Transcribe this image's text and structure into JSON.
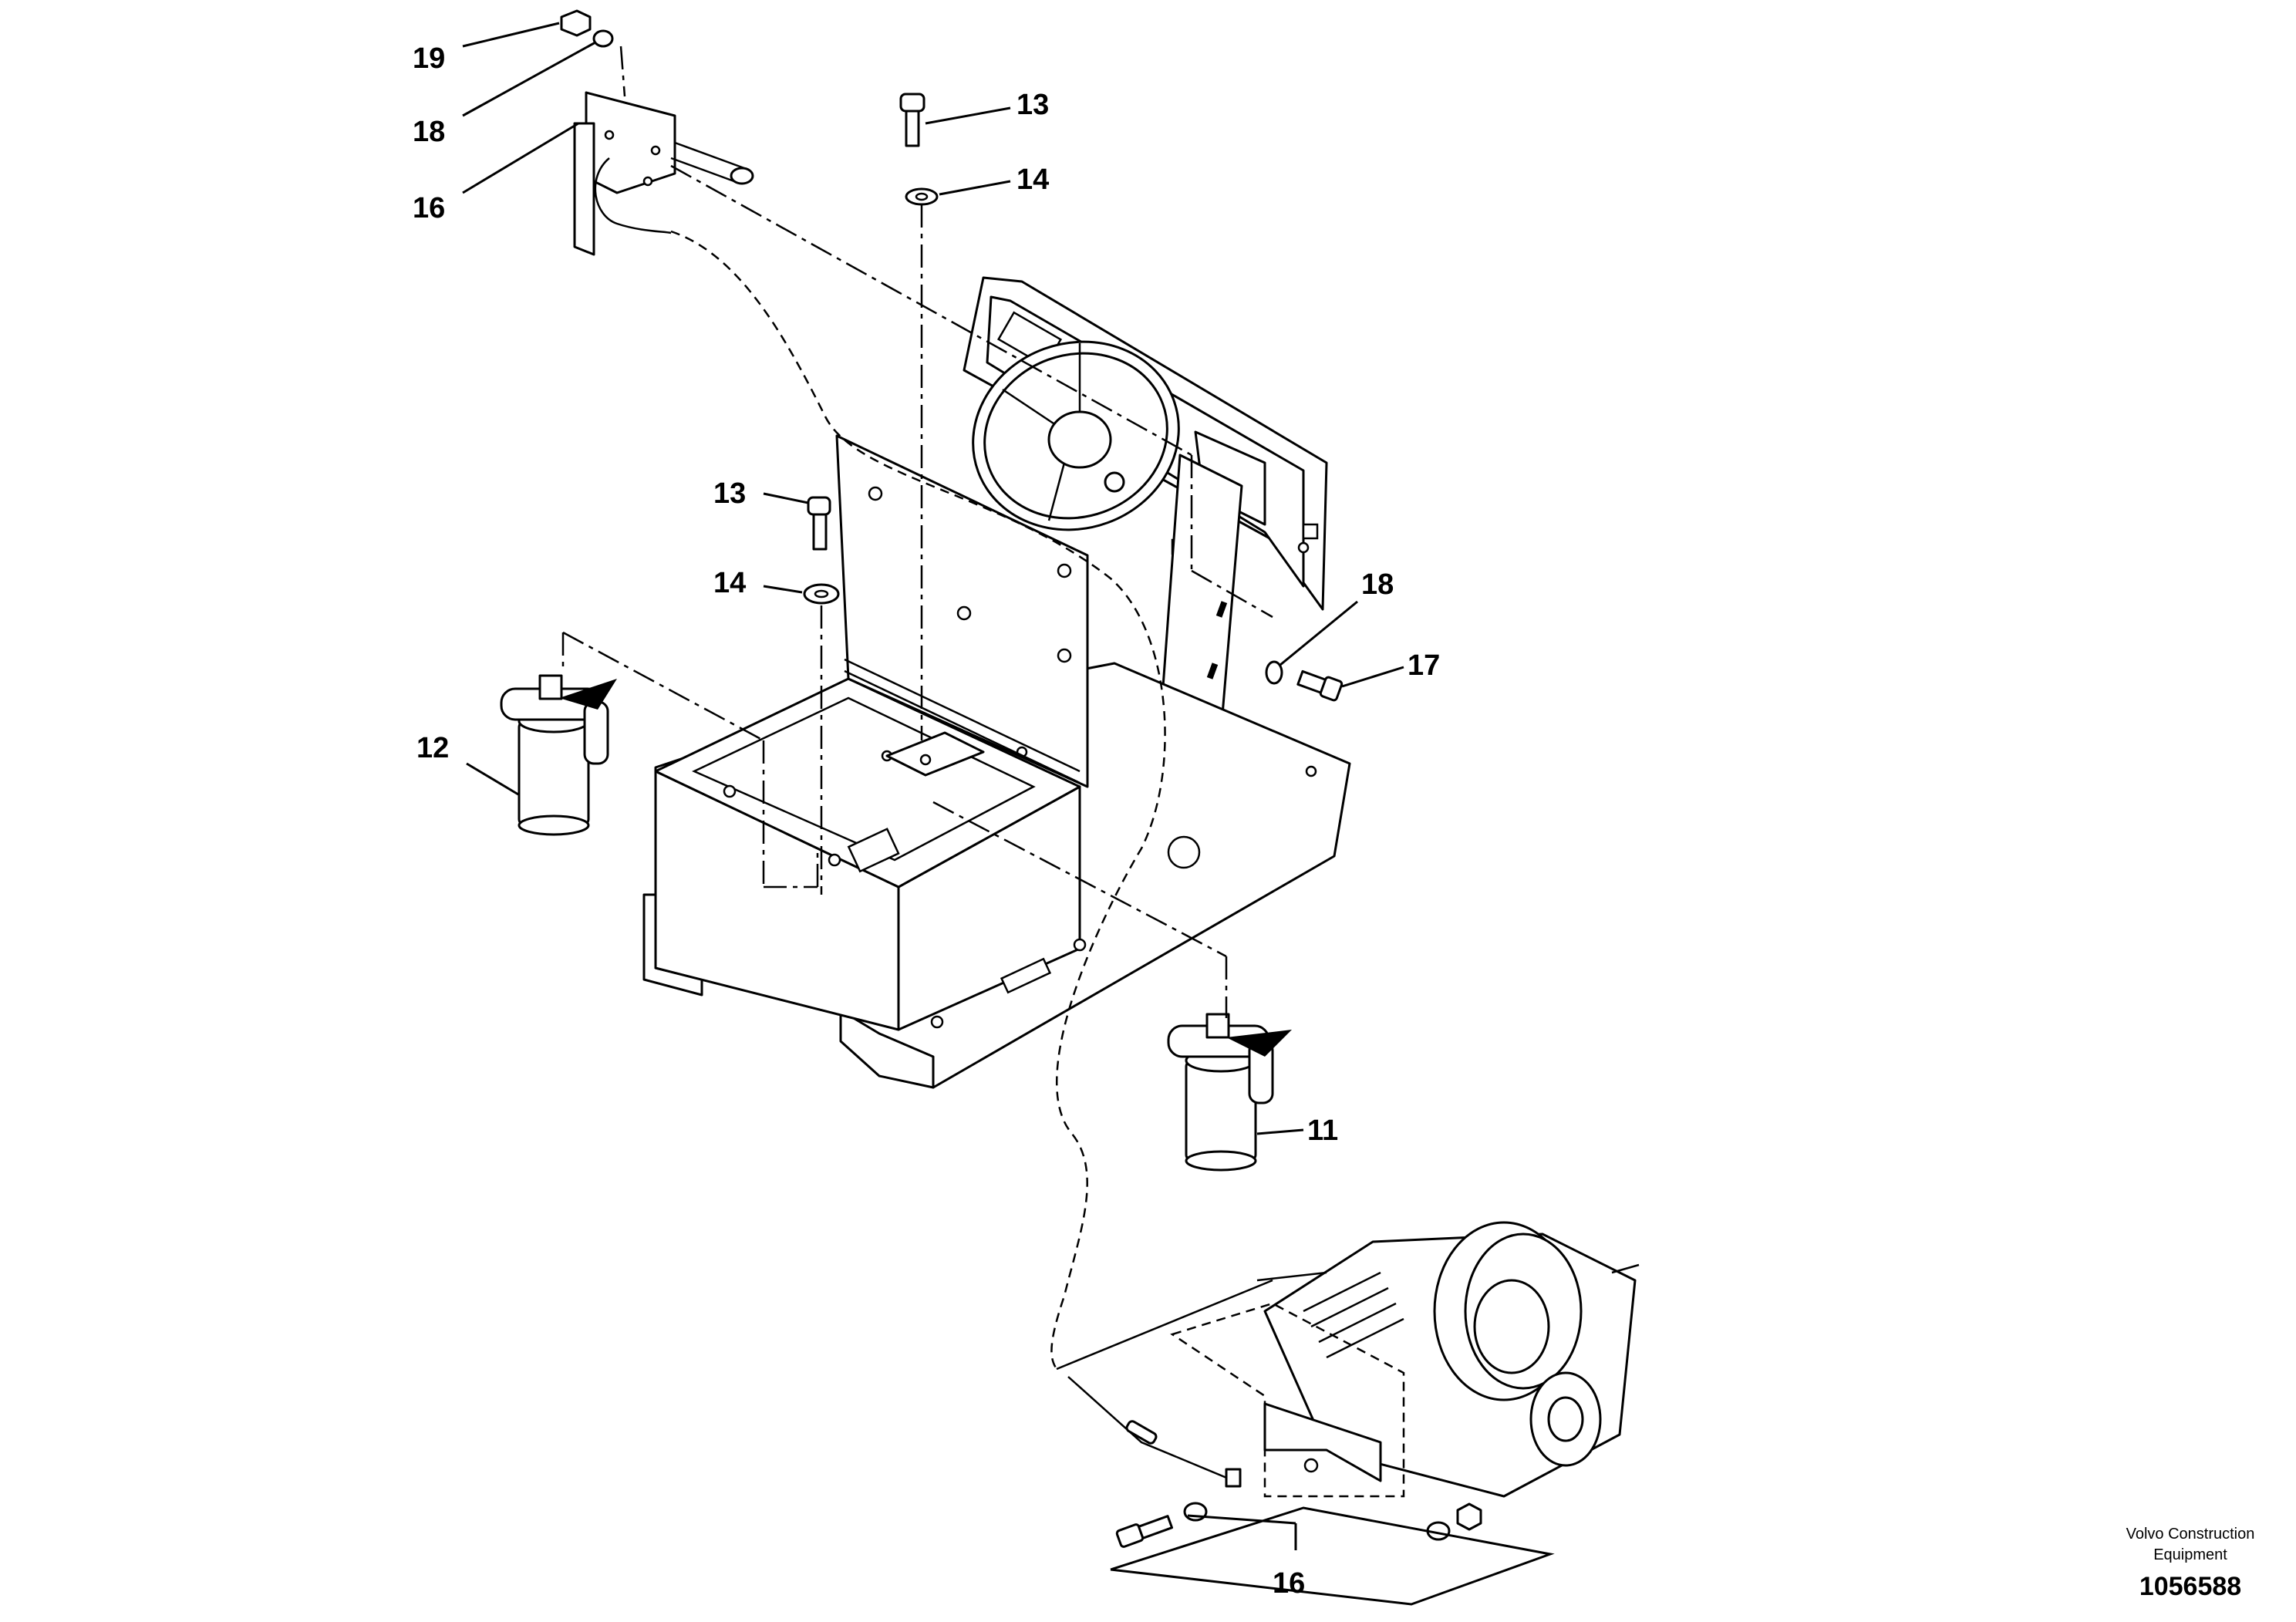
{
  "callouts": {
    "c19": "19",
    "c18_top": "18",
    "c16_top": "16",
    "c13_top": "13",
    "c14_top": "14",
    "c13_mid": "13",
    "c14_mid": "14",
    "c18_right": "18",
    "c17": "17",
    "c12": "12",
    "c11": "11",
    "c16_bottom": "16"
  },
  "footer": {
    "brand_line1": "Volvo Construction",
    "brand_line2": "Equipment",
    "drawing_number": "1056588"
  },
  "colors": {
    "line": "#000000",
    "background": "#ffffff"
  }
}
